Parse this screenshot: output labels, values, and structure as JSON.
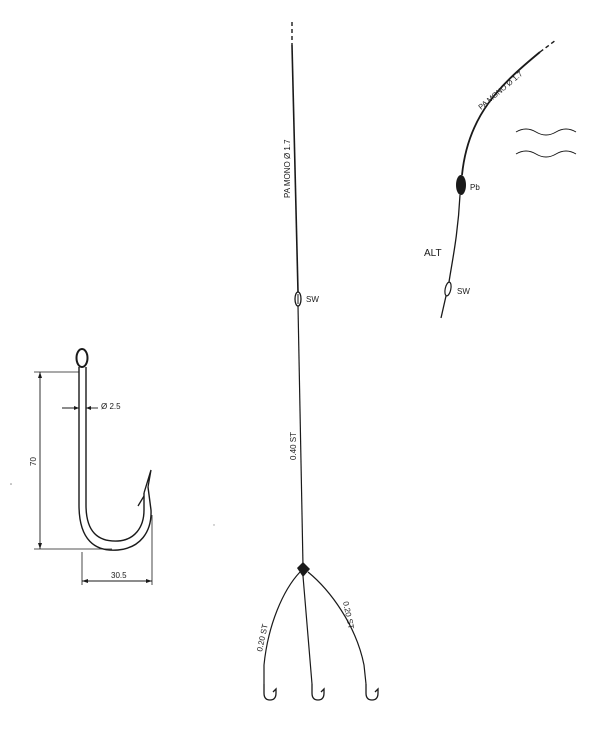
{
  "main_line": {
    "top_label": "PA MONO Ø 1.7",
    "swivel_label": "SW",
    "lower_label": "0.40 ST"
  },
  "branches": {
    "left_label": "0.20 ST",
    "right_label": "0.20 ST"
  },
  "alt_rig": {
    "title": "ALT",
    "line_label": "PA MONO Ø 1.7",
    "sinker_label": "Pb",
    "swivel_label": "SW"
  },
  "hook": {
    "wire_diameter_label": "Ø 2.5",
    "length_label": "70",
    "gape_label": "30.5"
  }
}
